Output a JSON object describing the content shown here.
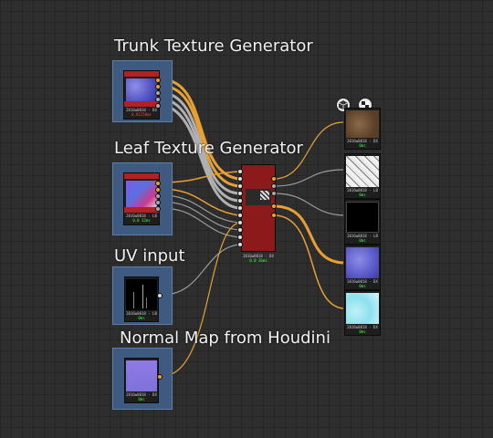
{
  "frames": {
    "trunk": {
      "title": "Trunk Texture Generator",
      "caption": "2016w0018 - DX",
      "time": "0.01250ms"
    },
    "leaf": {
      "title": "Leaf Texture Generator",
      "caption": "2016w0018 - LB",
      "time": "0.0 12ms"
    },
    "uv": {
      "title": "UV input",
      "caption": "2016w0018 - LB",
      "time": "0ms"
    },
    "normal": {
      "title": "Normal Map from Houdini",
      "caption": "2016w0018 - DX",
      "time": "0ms"
    }
  },
  "central_node": {
    "caption": "2016w0018 - DX",
    "time": "0.0 26ms"
  },
  "outputs": [
    {
      "caption": "2016w0018 - DX",
      "time": "0ms"
    },
    {
      "caption": "2016w0018 - LB",
      "time": "0ms"
    },
    {
      "caption": "2016w0018 - LB",
      "time": "0ms"
    },
    {
      "caption": "2016w0018 - DX",
      "time": "0ms"
    },
    {
      "caption": "2016w0018 - DX",
      "time": "0ms"
    }
  ],
  "icons": {
    "preview_3d": "cube-icon",
    "preview_2d": "checker-icon"
  },
  "colors": {
    "connection_color": "#e8a035",
    "connection_gray": "#9a9a9a",
    "frame": "#3e5a80",
    "node_accent": "#b22222",
    "background": "#2e2e2e"
  }
}
